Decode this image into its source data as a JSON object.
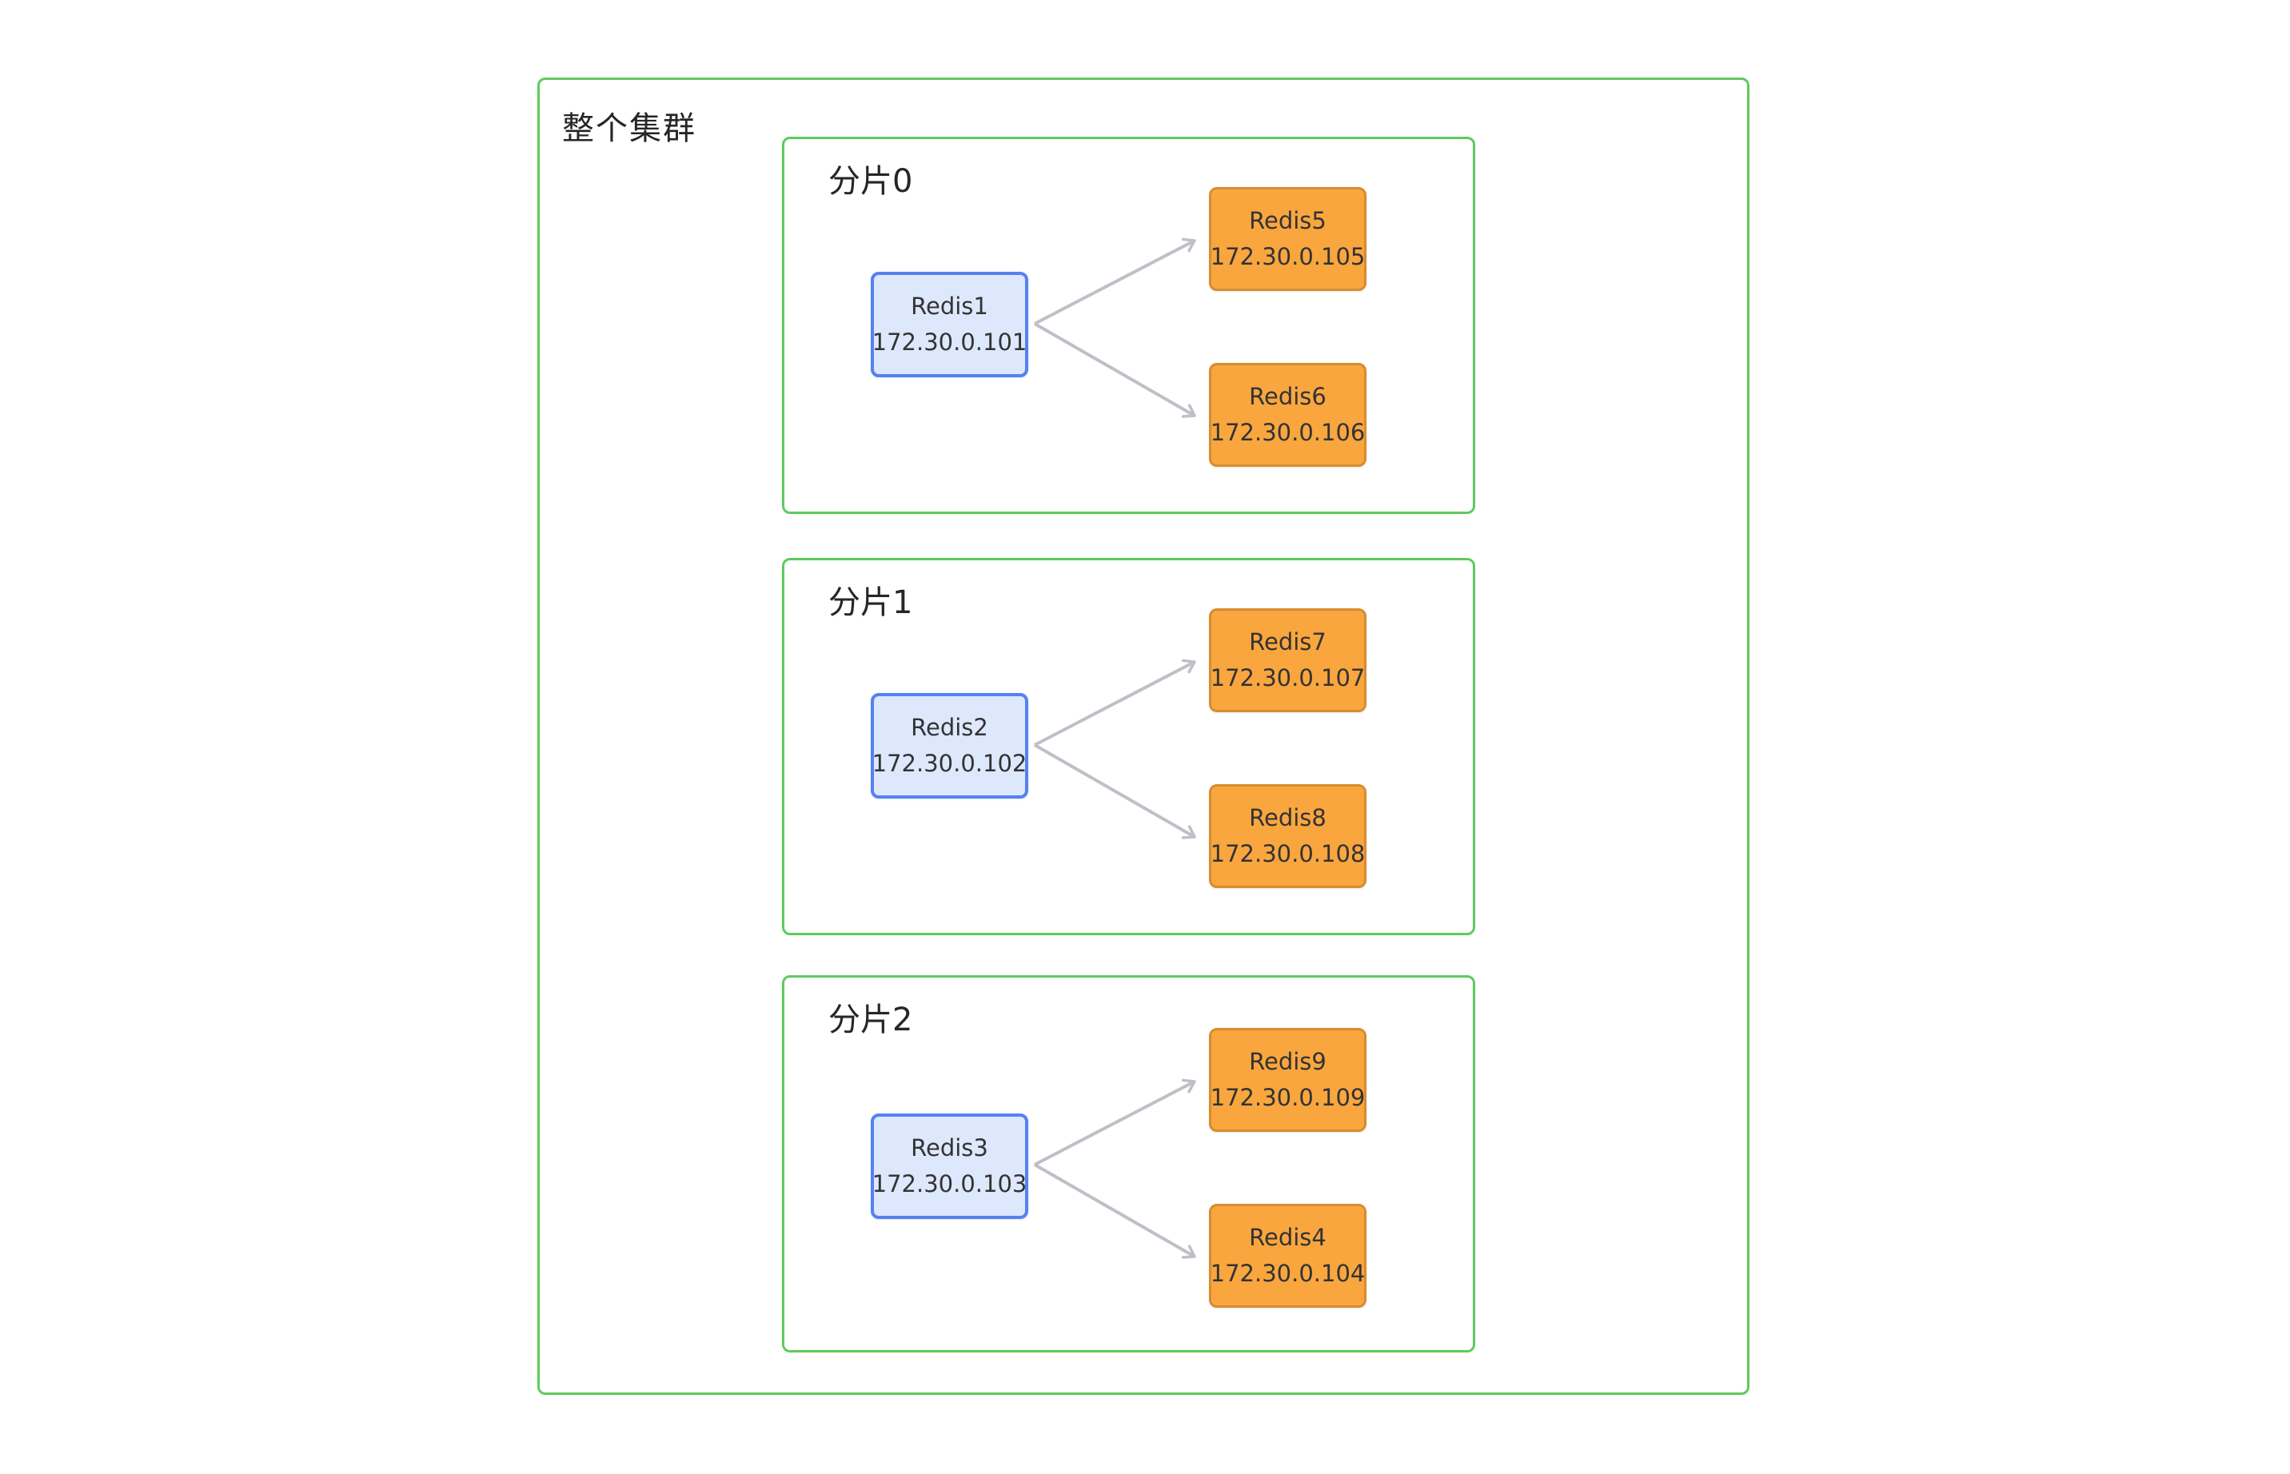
{
  "cluster": {
    "label": "整个集群",
    "shards": [
      {
        "label": "分片0",
        "master": {
          "name": "Redis1",
          "ip": "172.30.0.101"
        },
        "replicas": [
          {
            "name": "Redis5",
            "ip": "172.30.0.105"
          },
          {
            "name": "Redis6",
            "ip": "172.30.0.106"
          }
        ]
      },
      {
        "label": "分片1",
        "master": {
          "name": "Redis2",
          "ip": "172.30.0.102"
        },
        "replicas": [
          {
            "name": "Redis7",
            "ip": "172.30.0.107"
          },
          {
            "name": "Redis8",
            "ip": "172.30.0.108"
          }
        ]
      },
      {
        "label": "分片2",
        "master": {
          "name": "Redis3",
          "ip": "172.30.0.103"
        },
        "replicas": [
          {
            "name": "Redis9",
            "ip": "172.30.0.109"
          },
          {
            "name": "Redis4",
            "ip": "172.30.0.104"
          }
        ]
      }
    ]
  },
  "colors": {
    "green": "#5ecb5c",
    "master_fill": "#dde8fc",
    "master_border": "#5581f2",
    "replica_fill": "#f9a63f",
    "replica_border": "#d88c2f",
    "arrow": "#bdc0c6",
    "text": "#333333",
    "label": "#262626",
    "bg": "#ffffff"
  }
}
